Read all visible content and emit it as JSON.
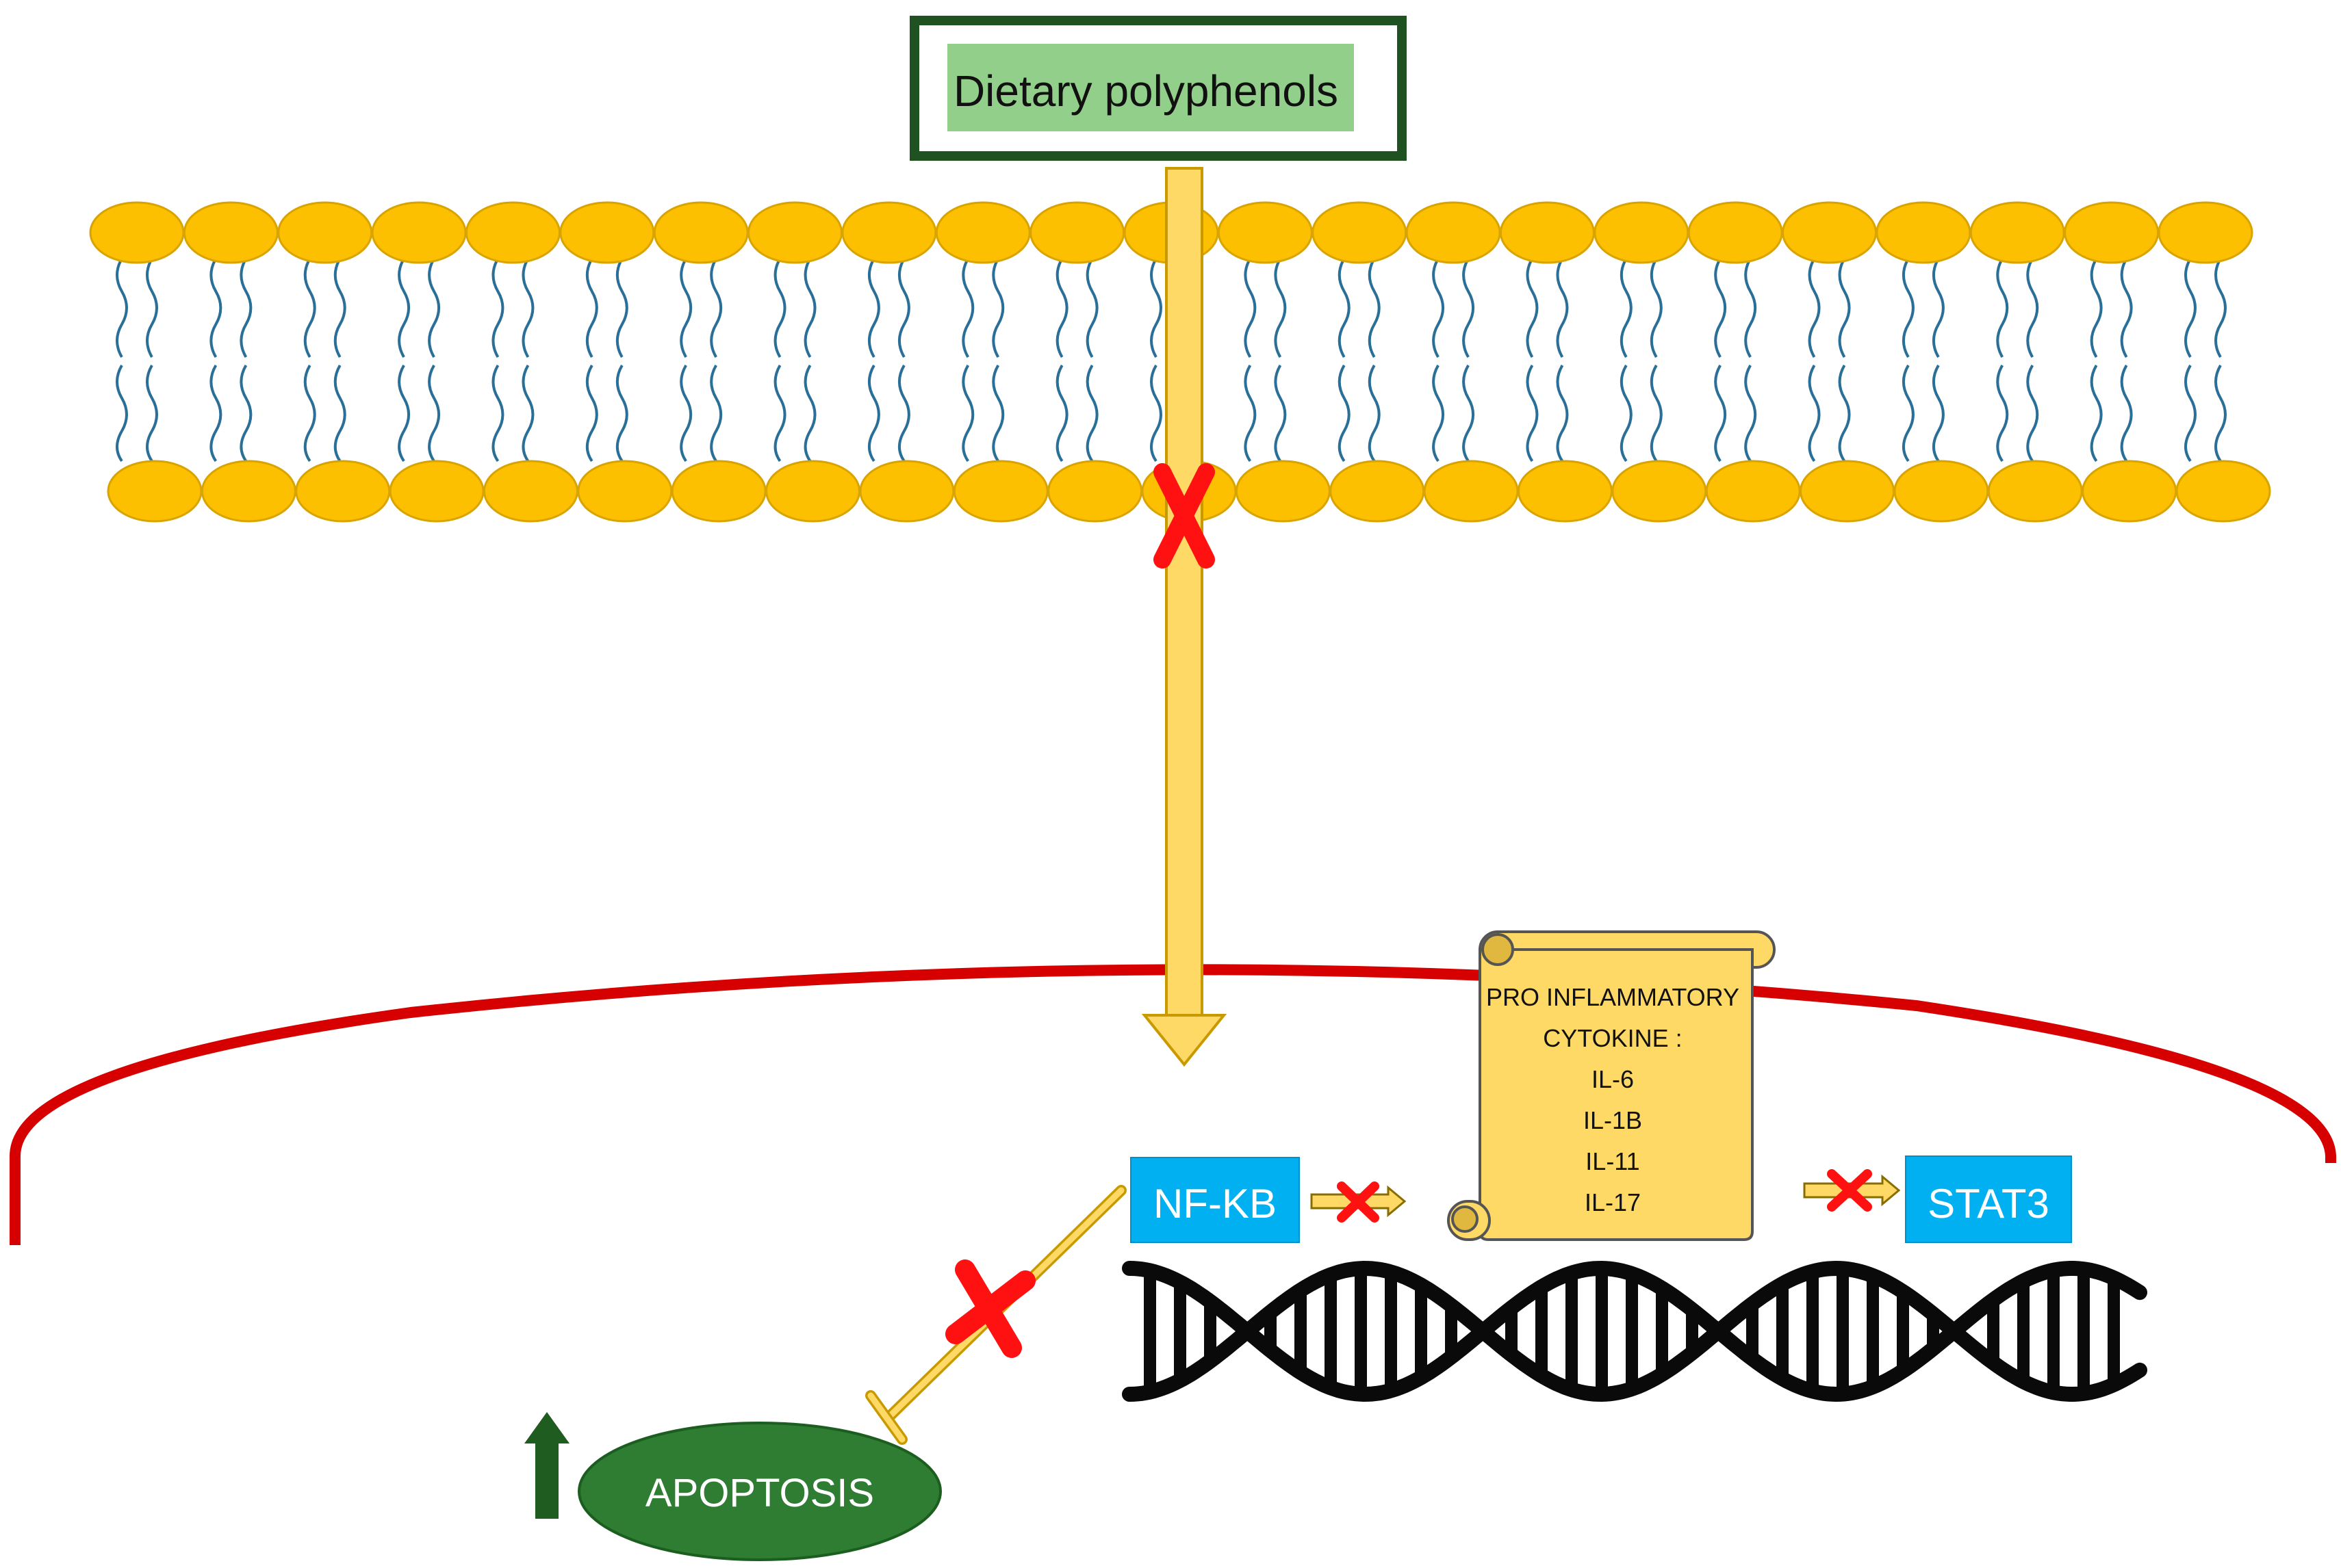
{
  "title_box": {
    "label": "Dietary polyphenols"
  },
  "nodes": {
    "nfkb": "NF-KB",
    "stat3": "STAT3",
    "apoptosis": "APOPTOSIS"
  },
  "scroll": {
    "lines": [
      "PRO INFLAMMATORY",
      "CYTOKINE :",
      "IL-6",
      "IL-1B",
      "IL-11",
      "IL-17"
    ]
  },
  "colors": {
    "title_border": "#1f5220",
    "title_fill": "#92cf8a",
    "lipid_head": "#fcc000",
    "lipid_tail": "#2a6f97",
    "arrow_fill": "#ffd966",
    "arrow_stroke": "#c99a00",
    "nuclear_membrane": "#d60000",
    "inhibit_x": "#ff1111",
    "node_fill": "#00b0f0",
    "node_text": "#ffffff",
    "scroll_fill": "#ffd966",
    "apoptosis_fill": "#2e7d32",
    "up_arrow": "#1e5c20",
    "dna": "#0a0a0a"
  },
  "icons": {
    "inhibit": "x-mark-icon",
    "increase": "up-arrow-icon",
    "dna": "dna-helix-icon",
    "scroll": "scroll-icon"
  }
}
